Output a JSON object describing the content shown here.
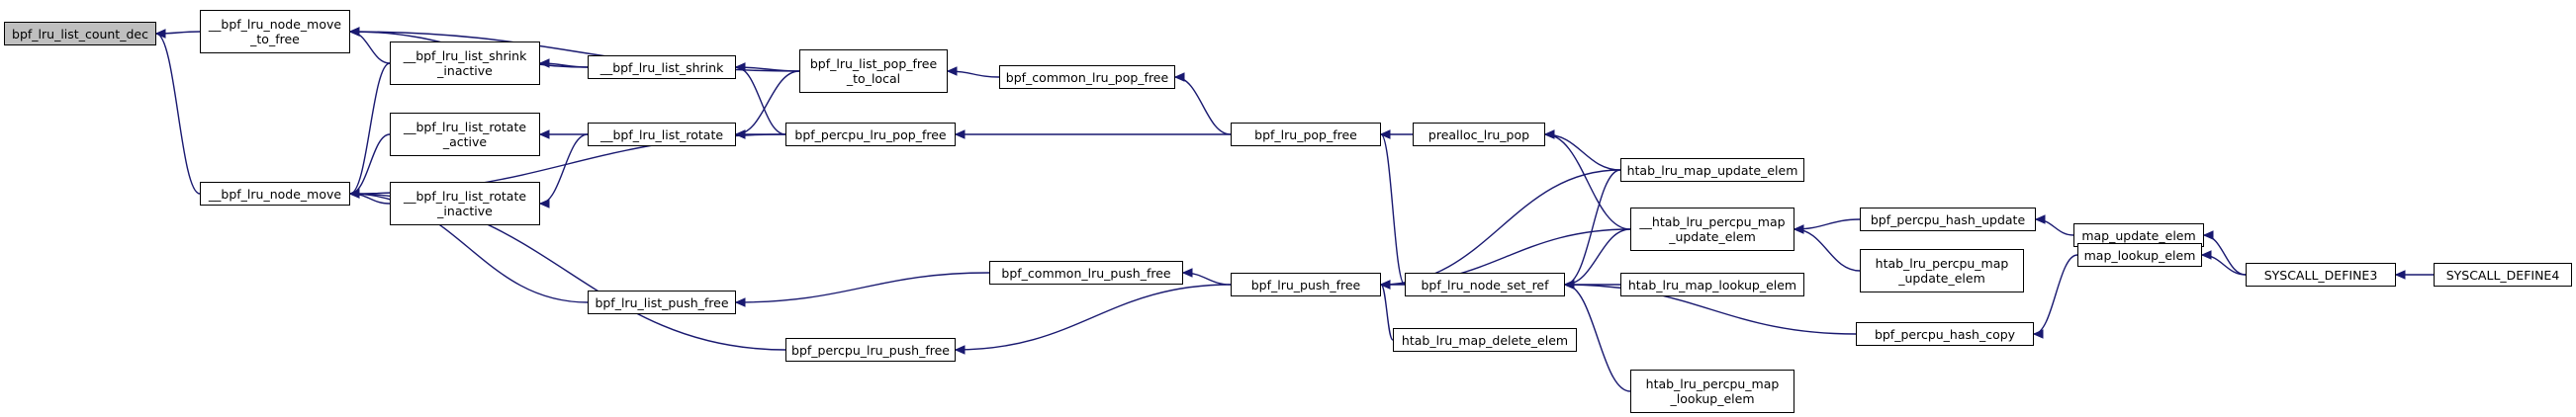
{
  "graph": {
    "nodes": {
      "n_count_dec": [
        "bpf_lru_list_count_dec"
      ],
      "n_node_move_to_free": [
        "__bpf_lru_node_move",
        "_to_free"
      ],
      "n_node_move": [
        "__bpf_lru_node_move"
      ],
      "n_shrink_inactive": [
        "__bpf_lru_list_shrink",
        "_inactive"
      ],
      "n_rotate_active": [
        "__bpf_lru_list_rotate",
        "_active"
      ],
      "n_rotate_inactive": [
        "__bpf_lru_list_rotate",
        "_inactive"
      ],
      "n_list_shrink": [
        "__bpf_lru_list_shrink"
      ],
      "n_list_rotate": [
        "__bpf_lru_list_rotate"
      ],
      "n_pop_free_local": [
        "bpf_lru_list_pop_free",
        "_to_local"
      ],
      "n_percpu_pop_free": [
        "bpf_percpu_lru_pop_free"
      ],
      "n_list_push_free": [
        "bpf_lru_list_push_free"
      ],
      "n_percpu_push_free": [
        "bpf_percpu_lru_push_free"
      ],
      "n_common_pop_free": [
        "bpf_common_lru_pop_free"
      ],
      "n_common_push_free": [
        "bpf_common_lru_push_free"
      ],
      "n_pop_free": [
        "bpf_lru_pop_free"
      ],
      "n_push_free": [
        "bpf_lru_push_free"
      ],
      "n_prealloc_pop": [
        "prealloc_lru_pop"
      ],
      "n_node_set_ref": [
        "bpf_lru_node_set_ref"
      ],
      "n_delete_elem": [
        "htab_lru_map_delete_elem"
      ],
      "n_htab_update": [
        "htab_lru_map_update_elem"
      ],
      "n_htab_percpu_update": [
        "__htab_lru_percpu_map",
        "_update_elem"
      ],
      "n_htab_lookup": [
        "htab_lru_map_lookup_elem"
      ],
      "n_percpu_lookup": [
        "htab_lru_percpu_map",
        "_lookup_elem"
      ],
      "n_hash_update": [
        "bpf_percpu_hash_update"
      ],
      "n_percpu_update2": [
        "htab_lru_percpu_map",
        "_update_elem"
      ],
      "n_hash_copy": [
        "bpf_percpu_hash_copy"
      ],
      "n_map_update": [
        "map_update_elem"
      ],
      "n_map_lookup": [
        "map_lookup_elem"
      ],
      "n_define3": [
        "SYSCALL_DEFINE3"
      ],
      "n_define4": [
        "SYSCALL_DEFINE4"
      ]
    },
    "edges": [
      [
        "n_node_move_to_free",
        "n_count_dec"
      ],
      [
        "n_node_move",
        "n_count_dec"
      ],
      [
        "n_shrink_inactive",
        "n_node_move_to_free"
      ],
      [
        "n_list_shrink",
        "n_node_move_to_free"
      ],
      [
        "n_pop_free_local",
        "n_node_move_to_free"
      ],
      [
        "n_shrink_inactive",
        "n_node_move"
      ],
      [
        "n_rotate_active",
        "n_node_move"
      ],
      [
        "n_rotate_inactive",
        "n_node_move"
      ],
      [
        "n_percpu_pop_free",
        "n_node_move"
      ],
      [
        "n_list_push_free",
        "n_node_move"
      ],
      [
        "n_percpu_push_free",
        "n_node_move"
      ],
      [
        "n_list_shrink",
        "n_shrink_inactive"
      ],
      [
        "n_list_rotate",
        "n_rotate_active"
      ],
      [
        "n_list_rotate",
        "n_rotate_inactive"
      ],
      [
        "n_pop_free_local",
        "n_list_shrink"
      ],
      [
        "n_percpu_pop_free",
        "n_list_shrink"
      ],
      [
        "n_pop_free_local",
        "n_list_rotate"
      ],
      [
        "n_percpu_pop_free",
        "n_list_rotate"
      ],
      [
        "n_common_pop_free",
        "n_pop_free_local"
      ],
      [
        "n_pop_free",
        "n_common_pop_free"
      ],
      [
        "n_pop_free",
        "n_percpu_pop_free"
      ],
      [
        "n_common_push_free",
        "n_list_push_free"
      ],
      [
        "n_push_free",
        "n_common_push_free"
      ],
      [
        "n_push_free",
        "n_percpu_push_free"
      ],
      [
        "n_prealloc_pop",
        "n_pop_free"
      ],
      [
        "n_node_set_ref",
        "n_pop_free"
      ],
      [
        "n_htab_update",
        "n_prealloc_pop"
      ],
      [
        "n_htab_percpu_update",
        "n_prealloc_pop"
      ],
      [
        "n_htab_update",
        "n_push_free"
      ],
      [
        "n_htab_percpu_update",
        "n_push_free"
      ],
      [
        "n_node_set_ref",
        "n_push_free"
      ],
      [
        "n_delete_elem",
        "n_push_free"
      ],
      [
        "n_htab_update",
        "n_node_set_ref"
      ],
      [
        "n_htab_percpu_update",
        "n_node_set_ref"
      ],
      [
        "n_htab_lookup",
        "n_node_set_ref"
      ],
      [
        "n_percpu_lookup",
        "n_node_set_ref"
      ],
      [
        "n_hash_copy",
        "n_node_set_ref"
      ],
      [
        "n_hash_update",
        "n_htab_percpu_update"
      ],
      [
        "n_percpu_update2",
        "n_htab_percpu_update"
      ],
      [
        "n_map_update",
        "n_hash_update"
      ],
      [
        "n_map_lookup",
        "n_hash_copy"
      ],
      [
        "n_define3",
        "n_map_update"
      ],
      [
        "n_define3",
        "n_map_lookup"
      ],
      [
        "n_define4",
        "n_define3"
      ]
    ]
  }
}
